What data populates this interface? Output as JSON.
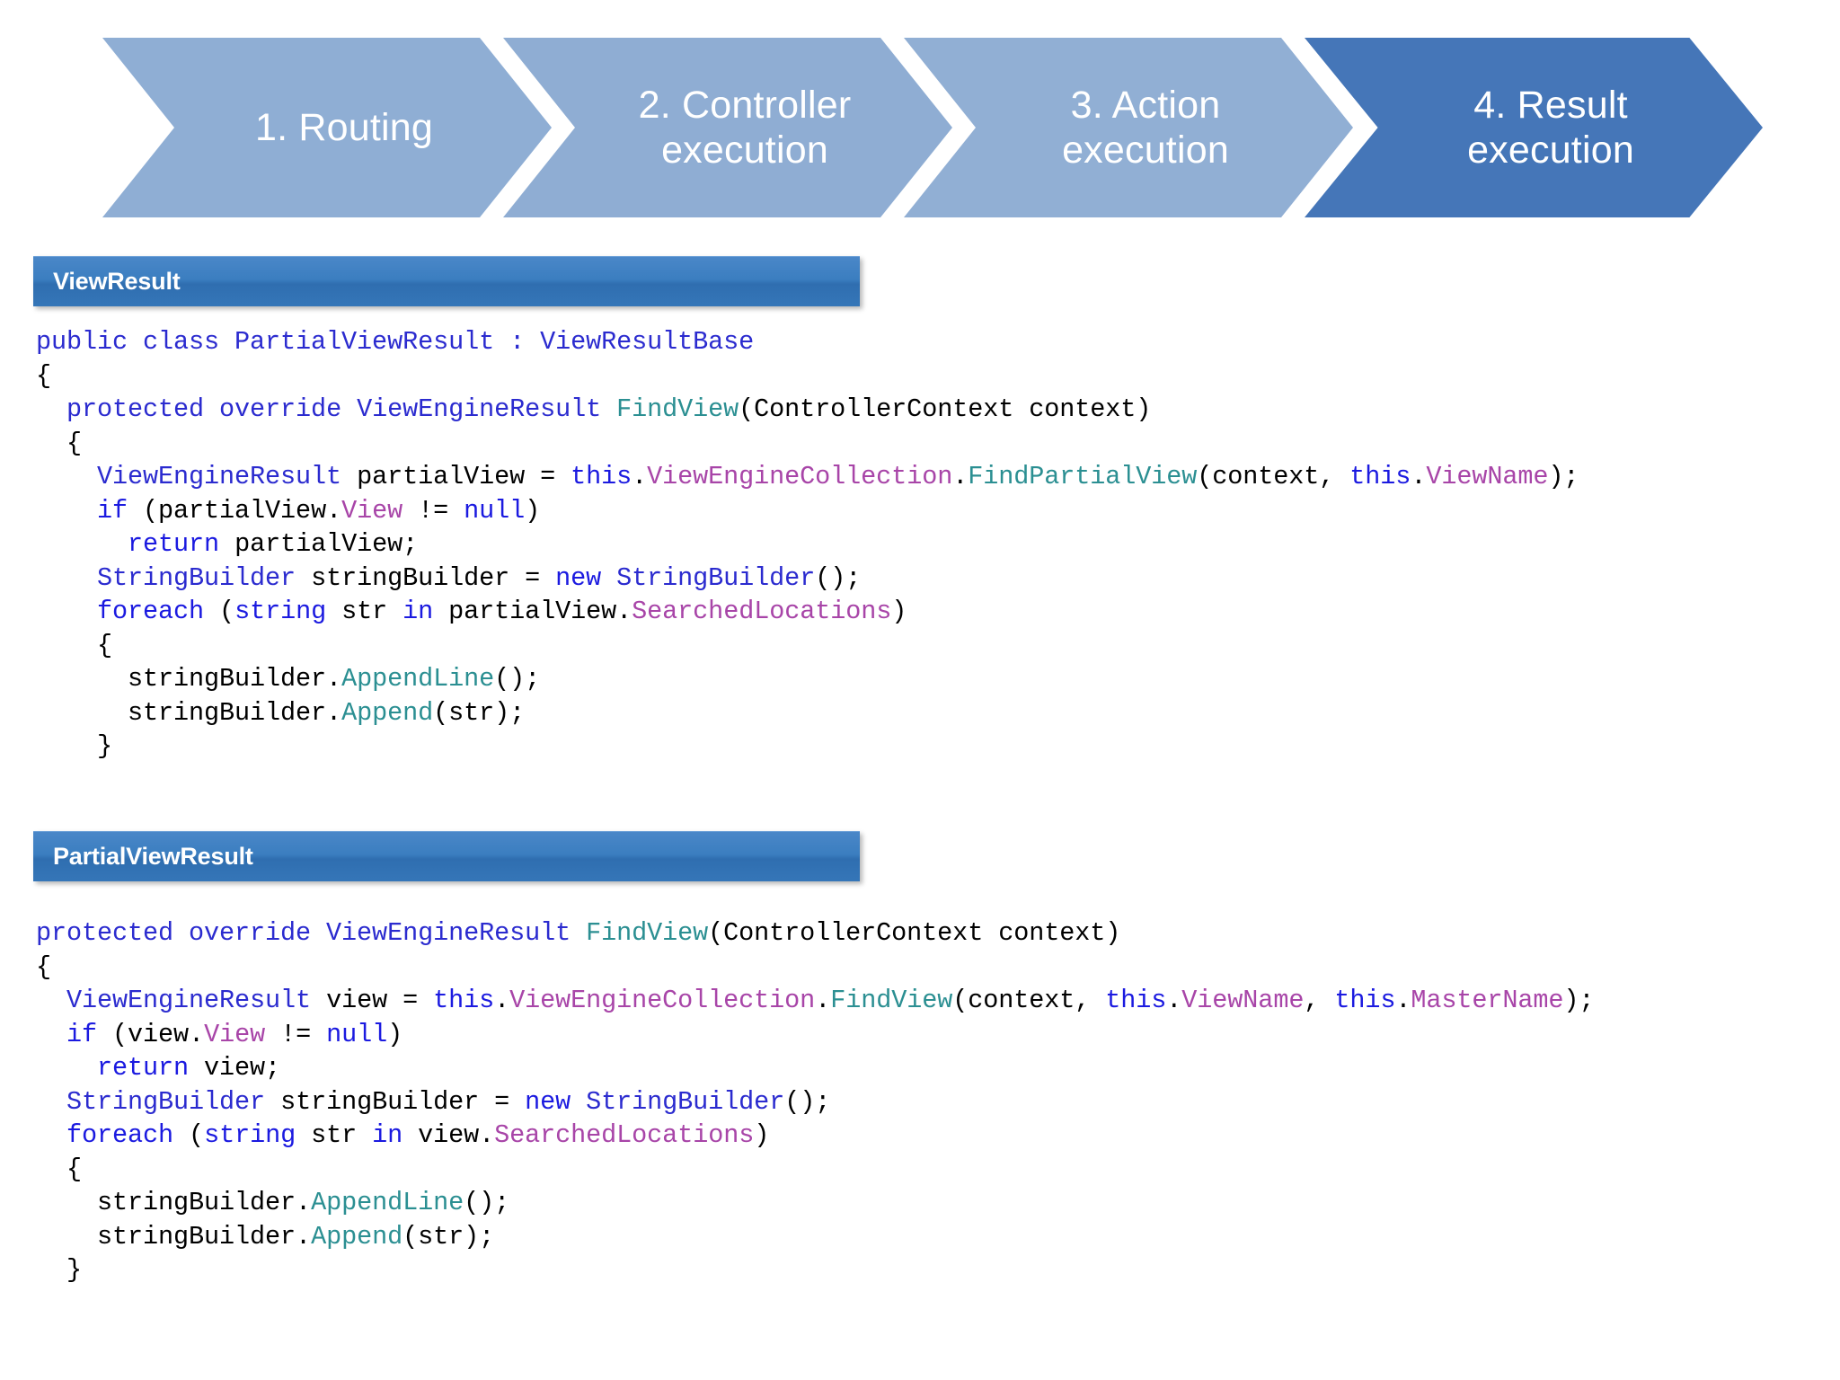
{
  "process_bar": {
    "steps": [
      {
        "label": "1. Routing",
        "color": "#8faed4",
        "state": "inactive"
      },
      {
        "label": "2. Controller\nexecution",
        "color": "#8fadd3",
        "state": "inactive"
      },
      {
        "label": "3. Action\nexecution",
        "color": "#91afd4",
        "state": "inactive"
      },
      {
        "label": "4. Result\nexecution",
        "color": "#4576b8",
        "state": "active"
      }
    ]
  },
  "sections": [
    {
      "banner_label": "ViewResult",
      "banner_color": "#3b7ec0",
      "code_lines": [
        [
          {
            "t": "public class PartialViewResult : ViewResultBase",
            "c": "t"
          }
        ],
        [
          {
            "t": "{",
            "c": "n"
          }
        ],
        [
          {
            "t": "  ",
            "c": "n"
          },
          {
            "t": "protected override ViewEngineResult ",
            "c": "t"
          },
          {
            "t": "FindView",
            "c": "m"
          },
          {
            "t": "(ControllerContext context)",
            "c": "n"
          }
        ],
        [
          {
            "t": "  {",
            "c": "n"
          }
        ],
        [
          {
            "t": "    ",
            "c": "n"
          },
          {
            "t": "ViewEngineResult",
            "c": "t"
          },
          {
            "t": " partialView = ",
            "c": "n"
          },
          {
            "t": "this",
            "c": "k"
          },
          {
            "t": ".",
            "c": "n"
          },
          {
            "t": "ViewEngineCollection",
            "c": "p"
          },
          {
            "t": ".",
            "c": "n"
          },
          {
            "t": "FindPartialView",
            "c": "m"
          },
          {
            "t": "(context, ",
            "c": "n"
          },
          {
            "t": "this",
            "c": "k"
          },
          {
            "t": ".",
            "c": "n"
          },
          {
            "t": "ViewName",
            "c": "p"
          },
          {
            "t": ");",
            "c": "n"
          }
        ],
        [
          {
            "t": "    ",
            "c": "n"
          },
          {
            "t": "if",
            "c": "k"
          },
          {
            "t": " (partialView.",
            "c": "n"
          },
          {
            "t": "View",
            "c": "p"
          },
          {
            "t": " != ",
            "c": "n"
          },
          {
            "t": "null",
            "c": "k"
          },
          {
            "t": ")",
            "c": "n"
          }
        ],
        [
          {
            "t": "      ",
            "c": "n"
          },
          {
            "t": "return",
            "c": "k"
          },
          {
            "t": " partialView;",
            "c": "n"
          }
        ],
        [
          {
            "t": "    ",
            "c": "n"
          },
          {
            "t": "StringBuilder",
            "c": "t"
          },
          {
            "t": " stringBuilder = ",
            "c": "n"
          },
          {
            "t": "new",
            "c": "k"
          },
          {
            "t": " ",
            "c": "n"
          },
          {
            "t": "StringBuilder",
            "c": "t"
          },
          {
            "t": "();",
            "c": "n"
          }
        ],
        [
          {
            "t": "    ",
            "c": "n"
          },
          {
            "t": "foreach",
            "c": "k"
          },
          {
            "t": " (",
            "c": "n"
          },
          {
            "t": "string",
            "c": "k"
          },
          {
            "t": " str ",
            "c": "n"
          },
          {
            "t": "in",
            "c": "k"
          },
          {
            "t": " partialView.",
            "c": "n"
          },
          {
            "t": "SearchedLocations",
            "c": "p"
          },
          {
            "t": ")",
            "c": "n"
          }
        ],
        [
          {
            "t": "    {",
            "c": "n"
          }
        ],
        [
          {
            "t": "      stringBuilder.",
            "c": "n"
          },
          {
            "t": "AppendLine",
            "c": "m"
          },
          {
            "t": "();",
            "c": "n"
          }
        ],
        [
          {
            "t": "      stringBuilder.",
            "c": "n"
          },
          {
            "t": "Append",
            "c": "m"
          },
          {
            "t": "(str);",
            "c": "n"
          }
        ],
        [
          {
            "t": "    }",
            "c": "n"
          }
        ]
      ]
    },
    {
      "banner_label": "PartialViewResult",
      "banner_color": "#3b7ec0",
      "code_lines": [
        [
          {
            "t": "protected override ViewEngineResult ",
            "c": "t"
          },
          {
            "t": "FindView",
            "c": "m"
          },
          {
            "t": "(ControllerContext context)",
            "c": "n"
          }
        ],
        [
          {
            "t": "{",
            "c": "n"
          }
        ],
        [
          {
            "t": "  ",
            "c": "n"
          },
          {
            "t": "ViewEngineResult",
            "c": "t"
          },
          {
            "t": " view = ",
            "c": "n"
          },
          {
            "t": "this",
            "c": "k"
          },
          {
            "t": ".",
            "c": "n"
          },
          {
            "t": "ViewEngineCollection",
            "c": "p"
          },
          {
            "t": ".",
            "c": "n"
          },
          {
            "t": "FindView",
            "c": "m"
          },
          {
            "t": "(context, ",
            "c": "n"
          },
          {
            "t": "this",
            "c": "k"
          },
          {
            "t": ".",
            "c": "n"
          },
          {
            "t": "ViewName",
            "c": "p"
          },
          {
            "t": ", ",
            "c": "n"
          },
          {
            "t": "this",
            "c": "k"
          },
          {
            "t": ".",
            "c": "n"
          },
          {
            "t": "MasterName",
            "c": "p"
          },
          {
            "t": ");",
            "c": "n"
          }
        ],
        [
          {
            "t": "  ",
            "c": "n"
          },
          {
            "t": "if",
            "c": "k"
          },
          {
            "t": " (view.",
            "c": "n"
          },
          {
            "t": "View",
            "c": "p"
          },
          {
            "t": " != ",
            "c": "n"
          },
          {
            "t": "null",
            "c": "k"
          },
          {
            "t": ")",
            "c": "n"
          }
        ],
        [
          {
            "t": "    ",
            "c": "n"
          },
          {
            "t": "return",
            "c": "k"
          },
          {
            "t": " view;",
            "c": "n"
          }
        ],
        [
          {
            "t": "  ",
            "c": "n"
          },
          {
            "t": "StringBuilder",
            "c": "t"
          },
          {
            "t": " stringBuilder = ",
            "c": "n"
          },
          {
            "t": "new",
            "c": "k"
          },
          {
            "t": " ",
            "c": "n"
          },
          {
            "t": "StringBuilder",
            "c": "t"
          },
          {
            "t": "();",
            "c": "n"
          }
        ],
        [
          {
            "t": "  ",
            "c": "n"
          },
          {
            "t": "foreach",
            "c": "k"
          },
          {
            "t": " (",
            "c": "n"
          },
          {
            "t": "string",
            "c": "k"
          },
          {
            "t": " str ",
            "c": "n"
          },
          {
            "t": "in",
            "c": "k"
          },
          {
            "t": " view.",
            "c": "n"
          },
          {
            "t": "SearchedLocations",
            "c": "p"
          },
          {
            "t": ")",
            "c": "n"
          }
        ],
        [
          {
            "t": "  {",
            "c": "n"
          }
        ],
        [
          {
            "t": "    stringBuilder.",
            "c": "n"
          },
          {
            "t": "AppendLine",
            "c": "m"
          },
          {
            "t": "();",
            "c": "n"
          }
        ],
        [
          {
            "t": "    stringBuilder.",
            "c": "n"
          },
          {
            "t": "Append",
            "c": "m"
          },
          {
            "t": "(str);",
            "c": "n"
          }
        ],
        [
          {
            "t": "  }",
            "c": "n"
          }
        ]
      ]
    }
  ],
  "colors": {
    "keyword": "#1b1ae0",
    "type": "#2b2bcf",
    "method": "#2b8f92",
    "property": "#a845a8",
    "plain": "#000000",
    "chevron_inactive": "#8faed4",
    "chevron_active": "#4576b8",
    "banner": "#3b7ec0"
  }
}
